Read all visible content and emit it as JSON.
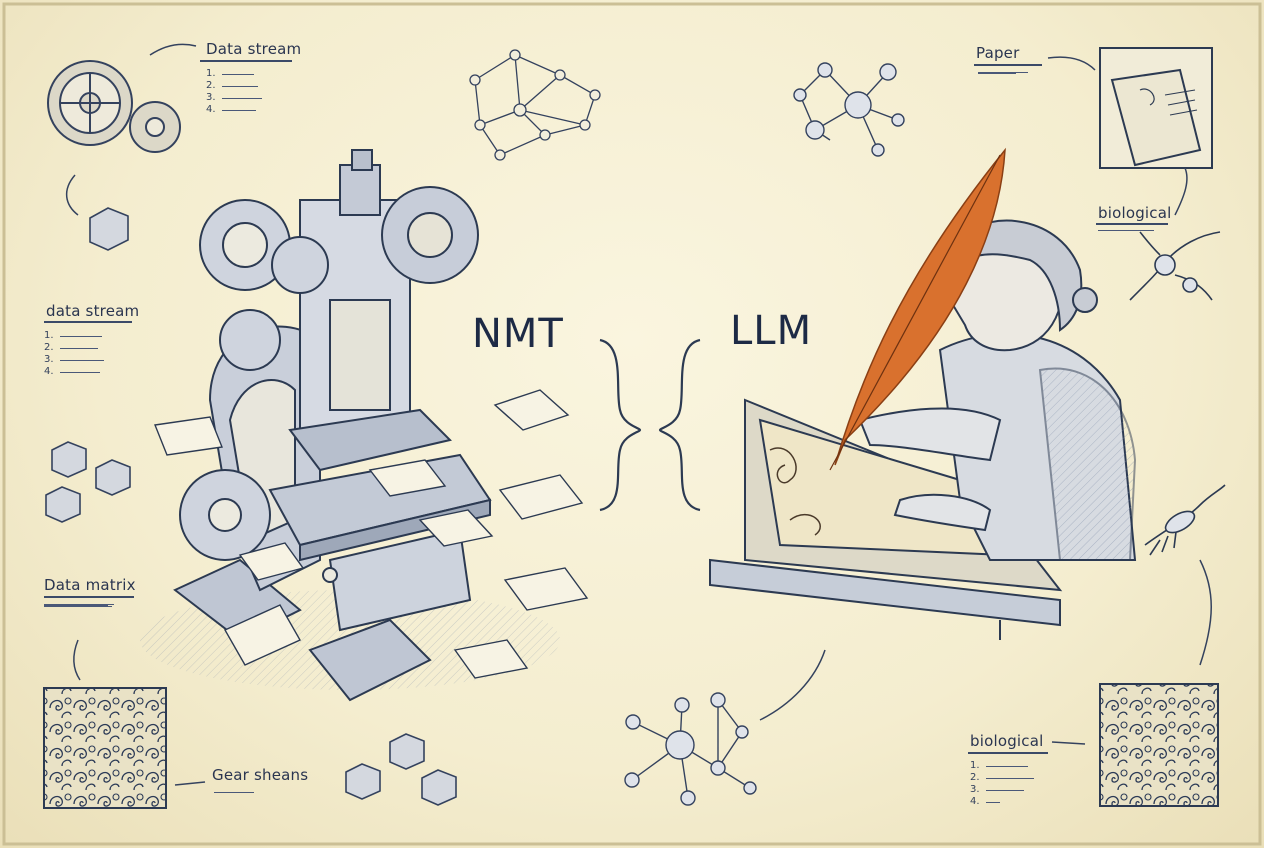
{
  "center": {
    "left_title": "NMT",
    "right_title": "LLM"
  },
  "labels": {
    "data_stream_top": "Data stream",
    "data_stream_mid": "data stream",
    "data_matrix": "Data matrix",
    "gear_sheans": "Gear sheans",
    "paper": "Paper",
    "biological_top": "biological",
    "biological_bottom": "biological"
  },
  "lists": {
    "top_left": [
      "1.",
      "2.",
      "3.",
      "4."
    ],
    "mid_left": [
      "1.",
      "2.",
      "3.",
      "4."
    ],
    "bottom_right": [
      "1.",
      "2.",
      "3.",
      "4."
    ]
  },
  "colors": {
    "ink": "#2c3a52",
    "paper": "#f6f0d6",
    "feather": "#d9712e",
    "wash": "#a9b7c9"
  },
  "icons": [
    "gear-icon",
    "cube-icon",
    "network-icon",
    "molecule-icon",
    "printing-press-icon",
    "quill-scribe-icon",
    "paper-sheet-icon",
    "neuron-icon",
    "pattern-tile-icon",
    "bracket-icon"
  ]
}
